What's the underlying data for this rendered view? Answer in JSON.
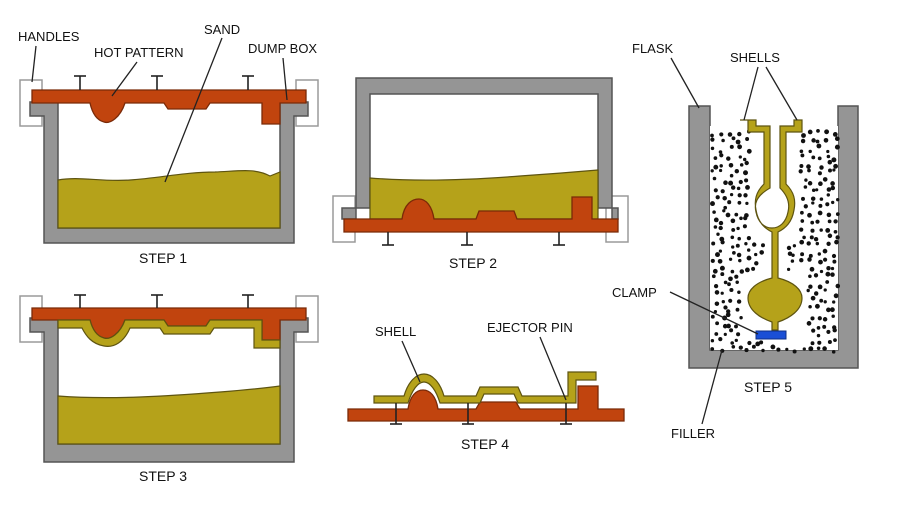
{
  "labels": {
    "handles": "HANDLES",
    "hot_pattern": "HOT PATTERN",
    "sand": "SAND",
    "dump_box": "DUMP BOX",
    "flask": "FLASK",
    "shells": "SHELLS",
    "clamp": "CLAMP",
    "filler": "FILLER",
    "shell": "SHELL",
    "ejector_pin": "EJECTOR PIN"
  },
  "steps": {
    "step1": "STEP 1",
    "step2": "STEP 2",
    "step3": "STEP 3",
    "step4": "STEP 4",
    "step5": "STEP 5"
  },
  "colors": {
    "box_gray": "#959595",
    "box_outline": "#555555",
    "pattern_red": "#c1440e",
    "pattern_outline": "#7a2a08",
    "sand_olive": "#b5a21a",
    "sand_outline": "#5e5410",
    "clamp_blue": "#1a4fd6",
    "filler_bg": "#ffffff",
    "dot": "#111111"
  }
}
